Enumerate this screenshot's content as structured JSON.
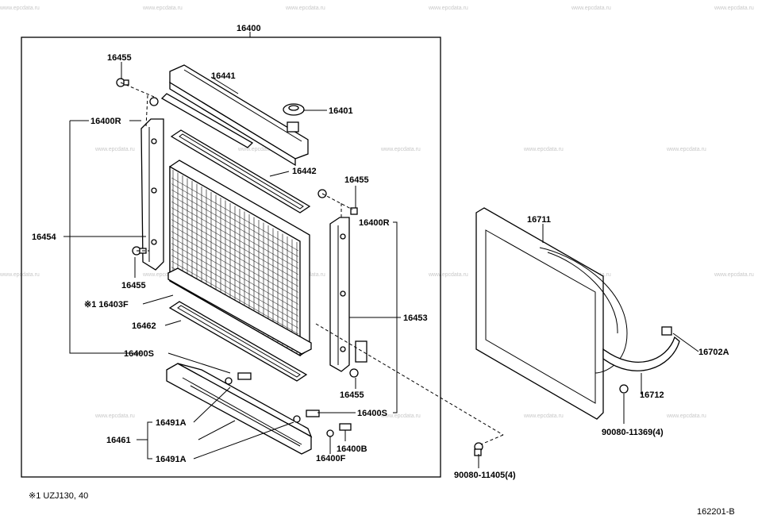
{
  "labels": {
    "p16400": "16400",
    "p16455_tl": "16455",
    "p16441": "16441",
    "p16401": "16401",
    "p16400R_l": "16400R",
    "p16442": "16442",
    "p16455_r": "16455",
    "p16400R_r": "16400R",
    "p16454": "16454",
    "p16455_ml": "16455",
    "p16403F": "※1 16403F",
    "p16462": "16462",
    "p16453": "16453",
    "p16400S_l": "16400S",
    "p16455_b": "16455",
    "p16491A_t": "16491A",
    "p16400S_r": "16400S",
    "p16461": "16461",
    "p16400B": "16400B",
    "p16491A_b": "16491A",
    "p16400F": "16400F",
    "p16711": "16711",
    "p16702A": "16702A",
    "p16712": "16712",
    "p90080_11369": "90080-11369(4)",
    "p90080_11405": "90080-11405(4)"
  },
  "footnote": "※1 UZJ130, 40",
  "diagram_id": "162201-B",
  "watermark": "www.epcdata.ru"
}
